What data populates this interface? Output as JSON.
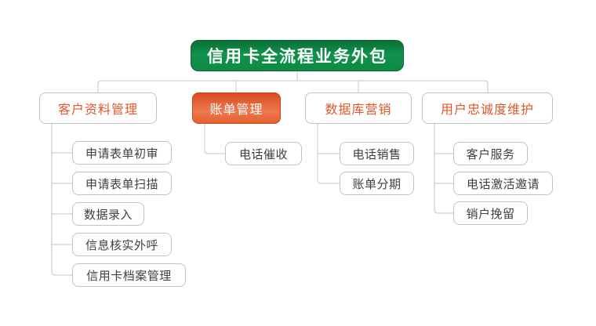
{
  "diagram": {
    "type": "org-chart",
    "colors": {
      "root_background_green": "#0e8a44",
      "branch_text_orange": "#e2572b",
      "highlighted_branch_background": "#e4572e",
      "node_border_gray": "#c3c3c3",
      "connector_line_gray": "#c6c6c6",
      "child_text_gray": "#3f3f3f",
      "root_text": "#ffffff"
    },
    "tree": {
      "root": {
        "label": "信用卡全流程业务外包"
      },
      "branches": [
        {
          "label": "客户资料管理",
          "highlighted": false,
          "children": [
            "申请表单初审",
            "申请表单扫描",
            "数据录入",
            "信息核实外呼",
            "信用卡档案管理"
          ]
        },
        {
          "label": "账单管理",
          "highlighted": true,
          "children": [
            "电话催收"
          ]
        },
        {
          "label": "数据库营销",
          "highlighted": false,
          "children": [
            "电话销售",
            "账单分期"
          ]
        },
        {
          "label": "用户忠诚度维护",
          "highlighted": false,
          "children": [
            "客户服务",
            "电话激活邀请",
            "销户挽留"
          ]
        }
      ]
    }
  }
}
